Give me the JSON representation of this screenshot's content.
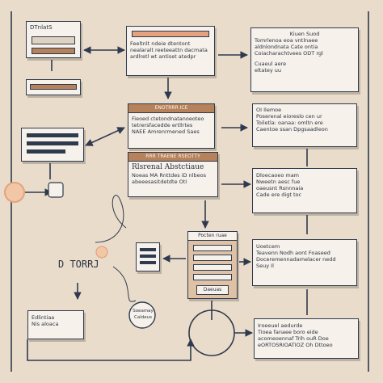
{
  "colors": {
    "background": "#e9dccb",
    "box_fill": "#f6f1ea",
    "ink": "#2f3a4e",
    "accent_brown": "#b5825c",
    "accent_peach": "#e5a27f"
  },
  "nodes": {
    "top_left_tag": "DTnlatS",
    "top_center": {
      "header": "",
      "lines": [
        "Feeltnlt ndeie dtentont",
        "nealaralt reeteeattn dacmata",
        "ardlretl wt antiset atedpr"
      ]
    },
    "top_right": {
      "title": "Kiuen Suod",
      "lines": [
        "Tomrlenoa eoa vntlnaee",
        "aldnlondnata Cate ontia",
        "Coiacharachtvees ODT rgl"
      ],
      "extra": [
        "Cuaeul aere",
        "eltatey uu"
      ]
    },
    "mid_center": {
      "header": "ENOTRRR ICE",
      "lines": [
        "Fieoed ctetondnatanoeoteo",
        "tetrersfacedde ertllrtes",
        "NAEE Amrenrmened Saes"
      ]
    },
    "mid_right": {
      "title": "OI Ilemoe",
      "lines": [
        "Poserenal eioreslo cen ur",
        "Toiletla: oanaa: omltn ere",
        "Caentoe ssan Dpgsaadleon"
      ]
    },
    "arch_box": {
      "header": "RRR TRAENE RSEOTTY",
      "title": "Rlsrenal Abstctiaue",
      "lines": [
        "Noeas MA Rnttdes iD nlbeos",
        "abeeesasitdetdte OtI"
      ]
    },
    "lower_right": {
      "lines": [
        "Dloecaoeo mam",
        "Nweetn aesc fue",
        "oaeusnt Rsnnnaia",
        "Cade ere digt toc"
      ]
    },
    "stack": {
      "header": "Pocten ruae",
      "footer": "Daeuas"
    },
    "mid_lower_right": {
      "lines": [
        "Uoetcem",
        "Teavenn Nodh aont Foaseed",
        "Doceremennadamelacer nedd",
        "Seuy Il"
      ]
    },
    "bottom_right": {
      "lines": [
        "Iroeeuel aedurde",
        "Tioea fanaee boro eide",
        "acomeoennaf Trih ouR Doe",
        "eORTOSRIOATIOZ Oh Dttoeo"
      ]
    },
    "dtorr_label": "D TORRJ",
    "bottom_left_box": {
      "lines": [
        "Edlintiaa",
        "Nis aloaca"
      ]
    },
    "bottom_circle": {
      "lines": [
        "Soeamay",
        "Caldeus"
      ]
    }
  }
}
